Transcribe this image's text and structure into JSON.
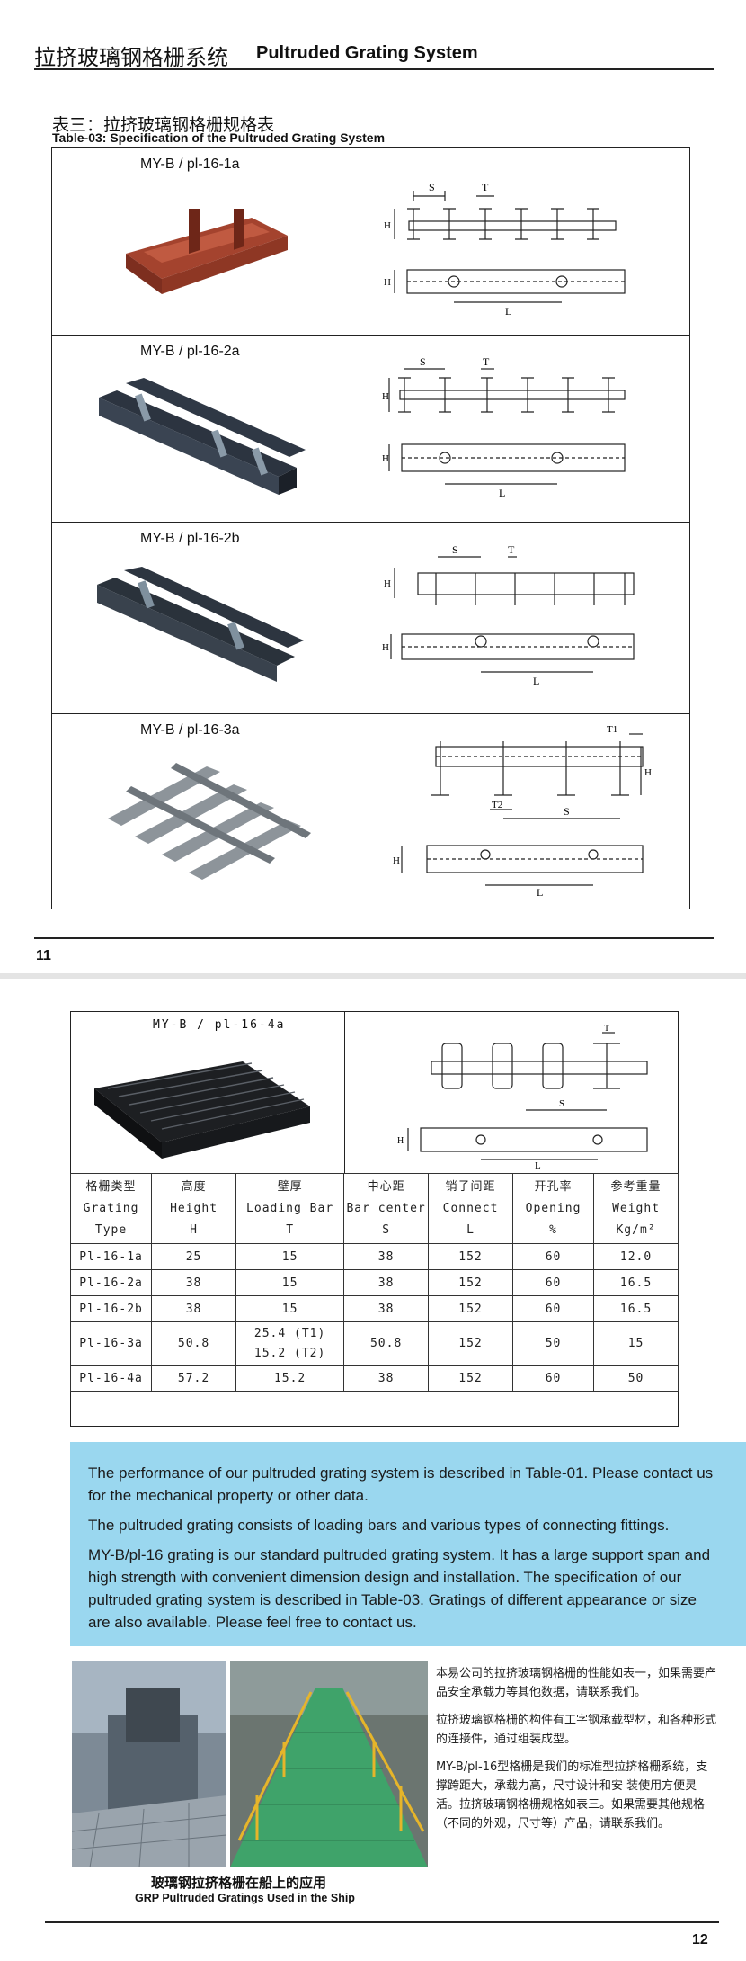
{
  "page1": {
    "header_cn": "拉挤玻璃钢格栅系统",
    "header_en": "Pultruded Grating System",
    "table_title_cn": "表三：拉挤玻璃钢格栅规格表",
    "table_title_en": "Table-03: Specification of the Pultruded Grating System",
    "rows": [
      {
        "model": "MY-B / pl-16-1a",
        "color": "#a4432e",
        "style": "red"
      },
      {
        "model": "MY-B / pl-16-2a",
        "color": "#2c3440",
        "style": "dark"
      },
      {
        "model": "MY-B / pl-16-2b",
        "color": "#2a323b",
        "style": "dark"
      },
      {
        "model": "MY-B / pl-16-3a",
        "color": "#8d949a",
        "style": "grey"
      }
    ],
    "dim_labels": {
      "S": "S",
      "T": "T",
      "H": "H",
      "L": "L",
      "T1": "T1",
      "T2": "T2"
    },
    "page_number": "11"
  },
  "page2": {
    "model_4a": "MY-B / pl-16-4a",
    "spec_table": {
      "headers": [
        [
          "格栅类型",
          "Grating",
          "Type"
        ],
        [
          "高度",
          "Height",
          "H"
        ],
        [
          "壁厚",
          "Loading Bar",
          "T"
        ],
        [
          "中心距",
          "Bar center",
          "S"
        ],
        [
          "销子间距",
          "Connect",
          "L"
        ],
        [
          "开孔率",
          "Opening",
          "%"
        ],
        [
          "参考重量",
          "Weight",
          "Kg/m²"
        ]
      ],
      "rows": [
        [
          "Pl-16-1a",
          "25",
          "15",
          "38",
          "152",
          "60",
          "12.0"
        ],
        [
          "Pl-16-2a",
          "38",
          "15",
          "38",
          "152",
          "60",
          "16.5"
        ],
        [
          "Pl-16-2b",
          "38",
          "15",
          "38",
          "152",
          "60",
          "16.5"
        ],
        [
          "Pl-16-3a",
          "50.8",
          "25.4 (T1)|15.2 (T2)",
          "50.8",
          "152",
          "50",
          "15"
        ],
        [
          "Pl-16-4a",
          "57.2",
          "15.2",
          "38",
          "152",
          "60",
          "50"
        ]
      ]
    },
    "blue_paragraphs": [
      "The performance of our pultruded grating system is described in Table-01. Please contact us for the mechanical property or other data.",
      "The pultruded grating consists of loading bars and various types of connecting fittings.",
      "MY-B/pl-16 grating is our standard pultruded grating system. It has a large support span and high strength with convenient dimension design and installation. The specification of our pultruded grating system is described in Table-03. Gratings of different appearance or size are also available. Please feel free to contact us."
    ],
    "cn_paragraphs": [
      "本易公司的拉挤玻璃钢格栅的性能如表一，如果需要产品安全承载力等其他数据，请联系我们。",
      "拉挤玻璃钢格栅的构件有工字钢承载型材，和各种形式的连接件，通过组装成型。",
      "MY-B/pl-16型格栅是我们的标准型拉挤格栅系统，支撑跨距大，承载力高，尺寸设计和安 装使用方便灵活。拉挤玻璃钢格栅规格如表三。如果需要其他规格（不同的外观，尺寸等）产品，请联系我们。"
    ],
    "caption_cn": "玻璃钢拉挤格栅在船上的应用",
    "caption_en": "GRP Pultruded Gratings Used in the Ship",
    "page_number": "12",
    "colors": {
      "blue_band": "#9ad7ef",
      "walkway_green": "#3fa36a",
      "rail_yellow": "#e6b52a"
    }
  }
}
